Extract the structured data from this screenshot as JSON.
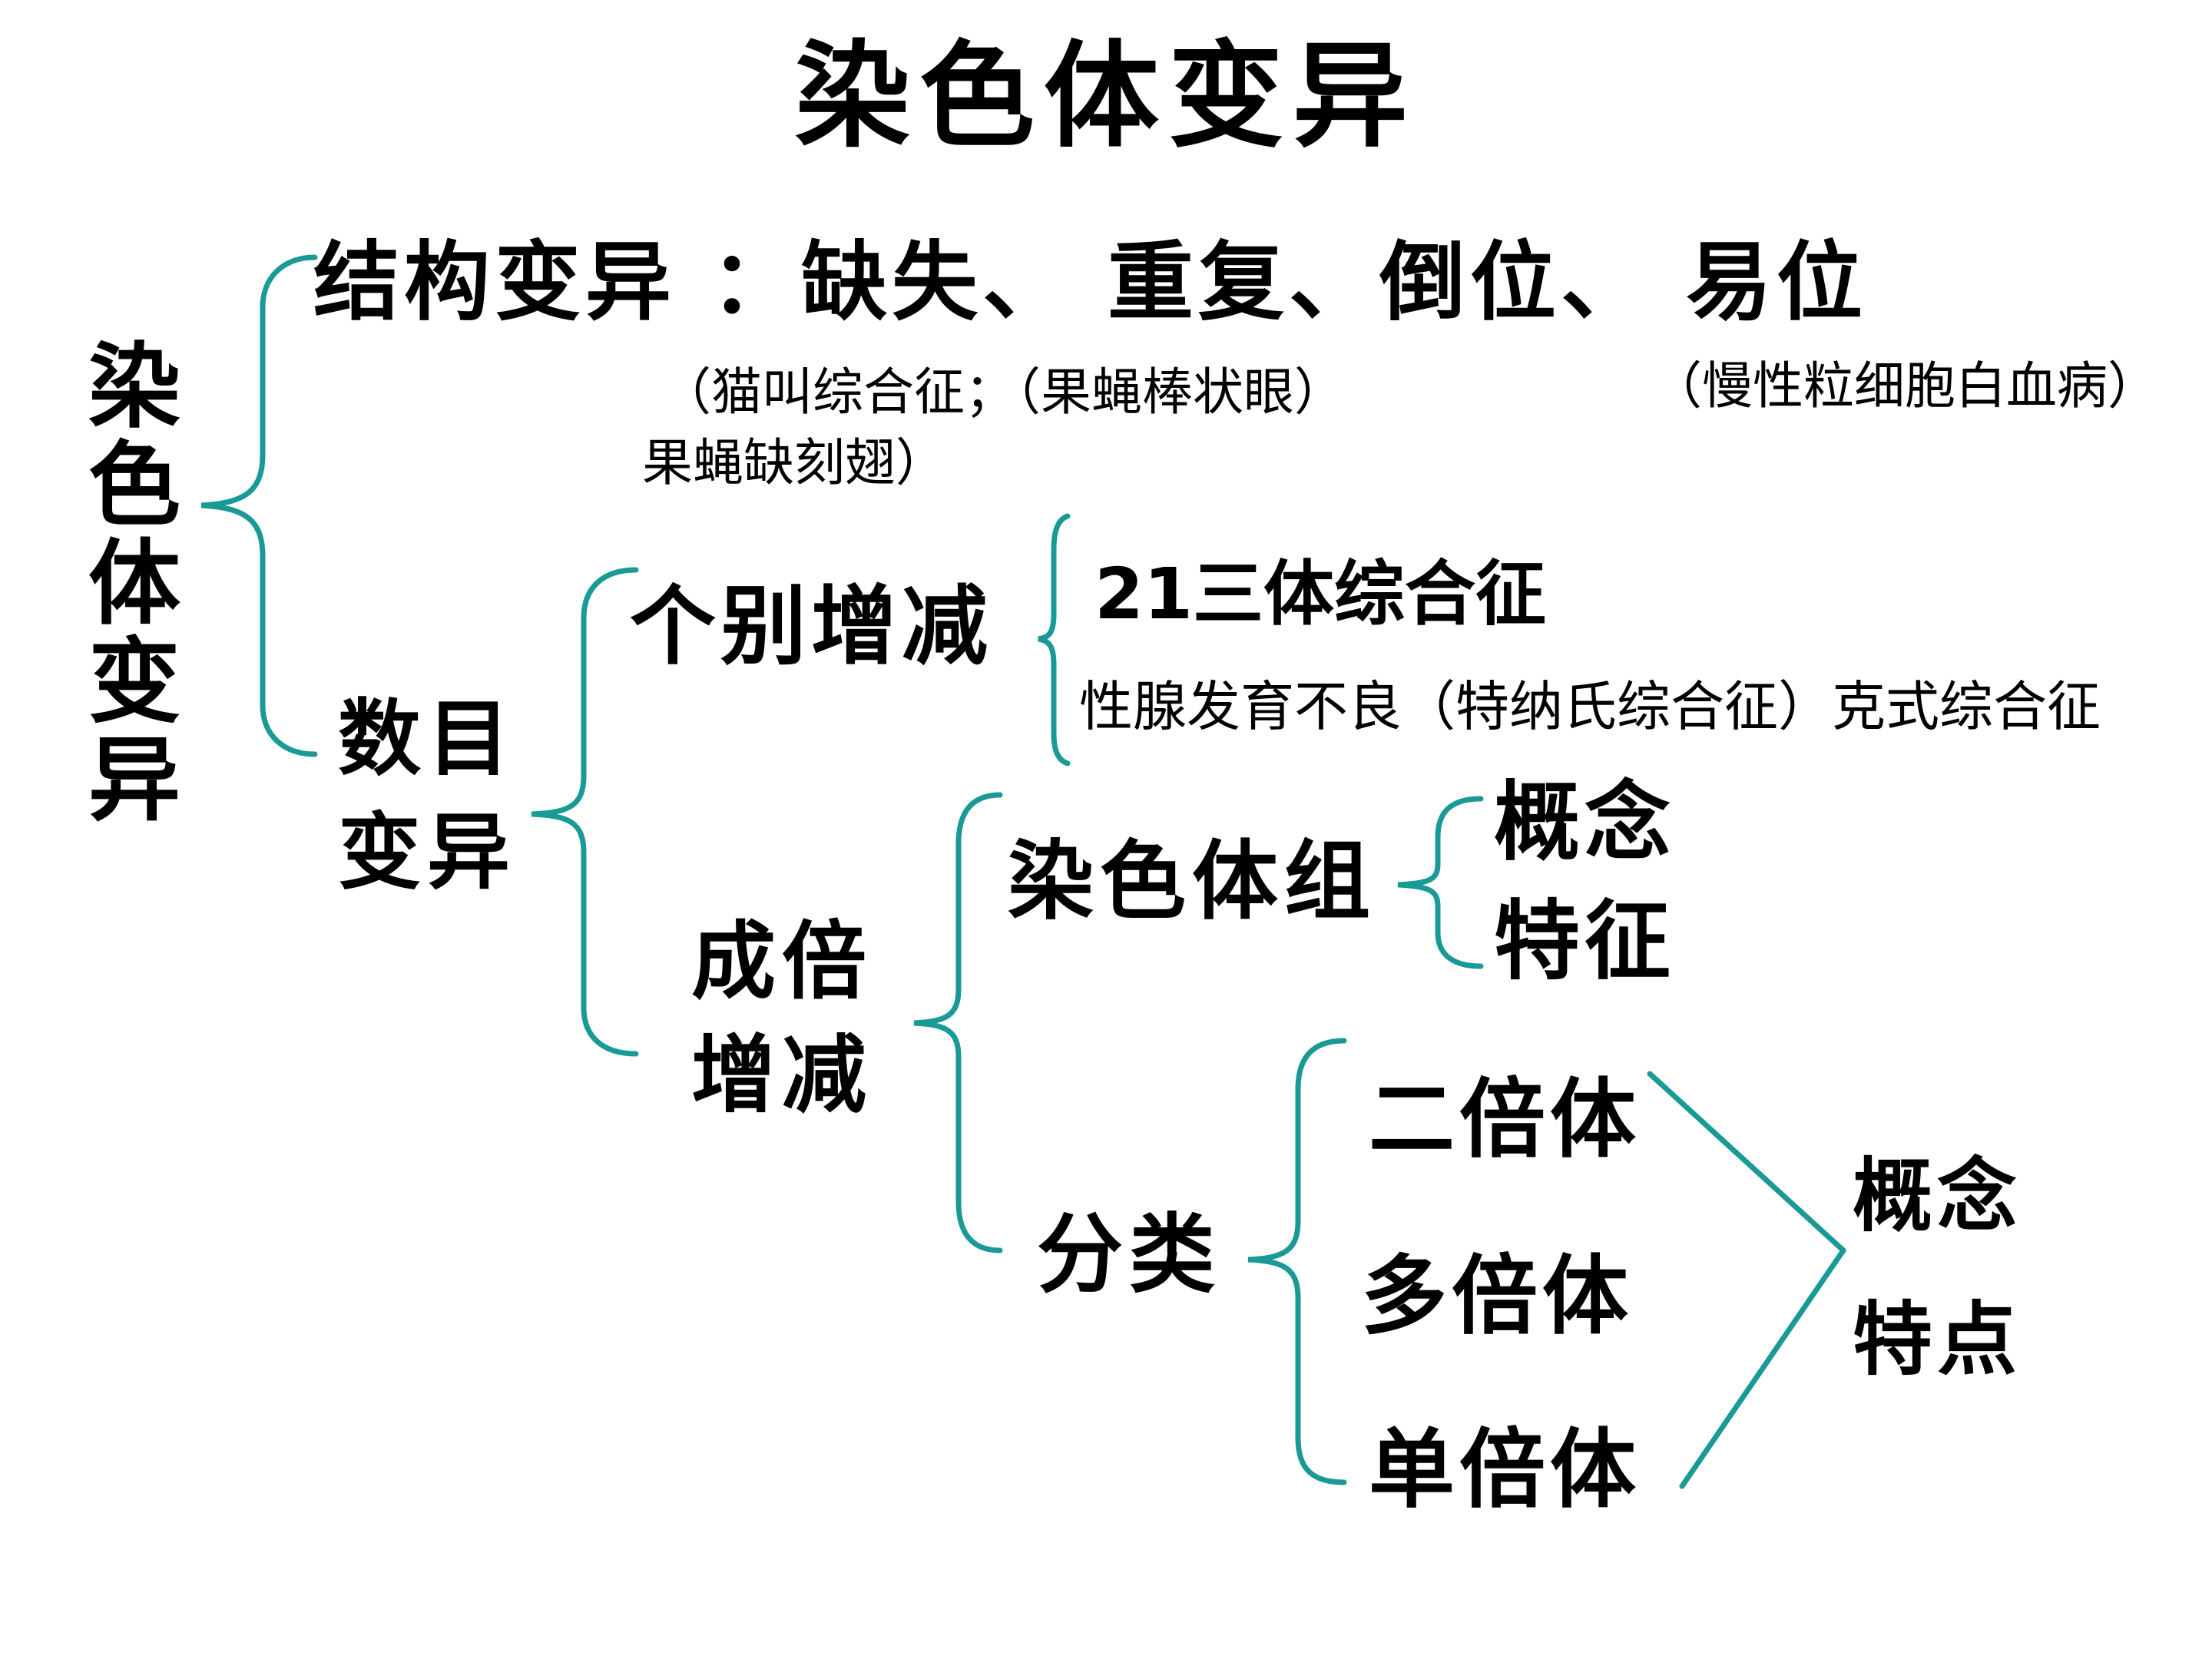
{
  "title": "染色体变异",
  "root": "染色体变异",
  "structural": {
    "label": "结构变异 ：缺失、  重复、倒位、  易位",
    "note_deletion": "（猫叫综合征；（果蝇棒状眼）",
    "note_deletion_2": "果蝇缺刻翅）",
    "note_translocation": "（慢性粒细胞白血病）"
  },
  "numerical": {
    "label": "数目变异",
    "individual": {
      "label": "个别增减",
      "example_1": "21三体综合征",
      "example_2": "性腺发育不良（特纳氏综合征）克式综合征"
    },
    "multiple": {
      "label": "成倍增减",
      "chromosome_set": {
        "label": "染色体组",
        "concept": "概念",
        "feature": "特征"
      },
      "classification": {
        "label": "分类",
        "diploid": "二倍体",
        "polyploid": "多倍体",
        "haploid": "单倍体",
        "concept": "概念",
        "feature": "特点"
      }
    }
  },
  "colors": {
    "bracket": "#1a9a96",
    "text": "#000000",
    "background": "#ffffff"
  }
}
